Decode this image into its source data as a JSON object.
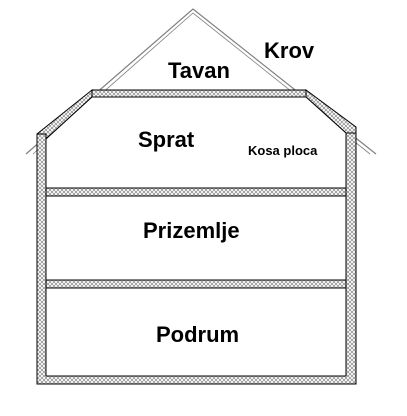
{
  "labels": {
    "roof": "Krov",
    "attic": "Tavan",
    "upper_floor": "Sprat",
    "sloped_slab": "Kosa ploca",
    "ground_floor": "Prizemlje",
    "basement": "Podrum"
  },
  "colors": {
    "line": "#000000",
    "roof_line": "#808080",
    "hatch": "#888888",
    "background": "#ffffff"
  }
}
